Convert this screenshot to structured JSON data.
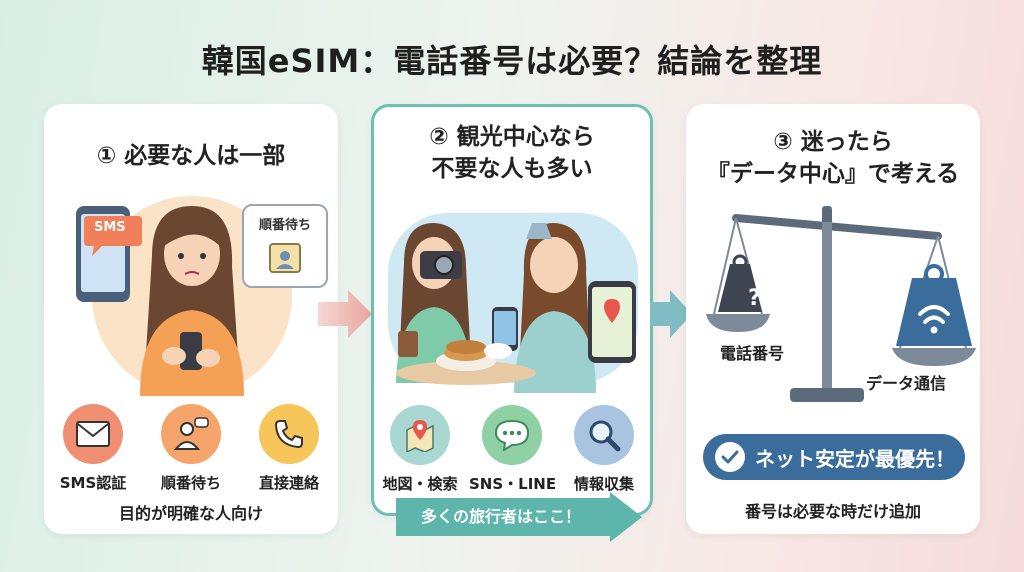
{
  "title": "韓国eSIM：電話番号は必要？結論を整理",
  "cards": [
    {
      "heading": "① 必要な人は一部",
      "bubble_sms": "SMS",
      "bubble_queue": "順番待ち",
      "icons": [
        {
          "label": "SMS認証",
          "icon": "envelope-icon",
          "color": "#f08f72"
        },
        {
          "label": "順番待ち",
          "icon": "person-chat-icon",
          "color": "#f5a56b"
        },
        {
          "label": "直接連絡",
          "icon": "phone-icon",
          "color": "#f6c65a"
        }
      ],
      "footer": "目的が明確な人向け"
    },
    {
      "heading_line1": "② 観光中心なら",
      "heading_line2": "不要な人も多い",
      "icons": [
        {
          "label": "地図・検索",
          "icon": "map-pin-icon",
          "color": "#a9d8d2"
        },
        {
          "label": "SNS・LINE",
          "icon": "chat-bubble-icon",
          "color": "#8fd0a4"
        },
        {
          "label": "情報収集",
          "icon": "magnifier-icon",
          "color": "#a9c4e0"
        }
      ],
      "banner": "多くの旅行者はここ！"
    },
    {
      "heading_line1": "③ 迷ったら",
      "heading_line2": "『データ中心』で考える",
      "weight_left_label": "電話番号",
      "weight_left_mark": "?",
      "weight_right_label": "データ通信",
      "pill": "ネット安定が最優先！",
      "footer": "番号は必要な時だけ追加"
    }
  ]
}
